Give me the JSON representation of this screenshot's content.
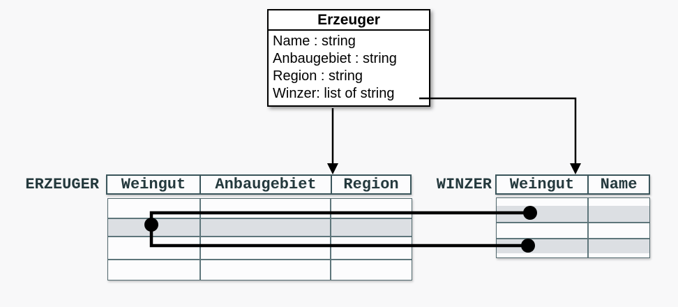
{
  "class_box": {
    "title": "Erzeuger",
    "attributes": [
      "Name : string",
      "Anbaugebiet : string",
      "Region : string",
      "Winzer: list of string"
    ]
  },
  "erzeuger": {
    "label": "ERZEUGER",
    "columns": [
      "Weingut",
      "Anbaugebiet",
      "Region"
    ],
    "row_count": 4,
    "highlighted_row_index": 1,
    "cell_values": []
  },
  "winzer": {
    "label": "WINZER",
    "columns": [
      "Weingut",
      "Name"
    ],
    "row_count": 4,
    "highlighted_row_indices": [
      1,
      3
    ],
    "cell_values": []
  },
  "connections": [
    {
      "from": "Erzeuger class box",
      "to": "ERZEUGER table header",
      "type": "arrow"
    },
    {
      "from": "Winzer: list of string attribute",
      "to": "WINZER table header",
      "type": "arrow"
    },
    {
      "from": "ERZEUGER highlighted row (Weingut)",
      "to": "WINZER highlighted row 1 (Weingut)",
      "type": "row-link-with-dots"
    },
    {
      "from": "ERZEUGER highlighted row (Weingut)",
      "to": "WINZER highlighted row 2 (Weingut)",
      "type": "row-link-with-dots"
    }
  ],
  "colors": {
    "background": "#f8f8f9",
    "text": "#24393d",
    "table_border": "#3a555b",
    "grid_line": "#5e767b",
    "row_highlight": "#dcdfe3",
    "connector": "#000000",
    "class_box_border": "#000000",
    "class_box_fill": "#ffffff"
  }
}
